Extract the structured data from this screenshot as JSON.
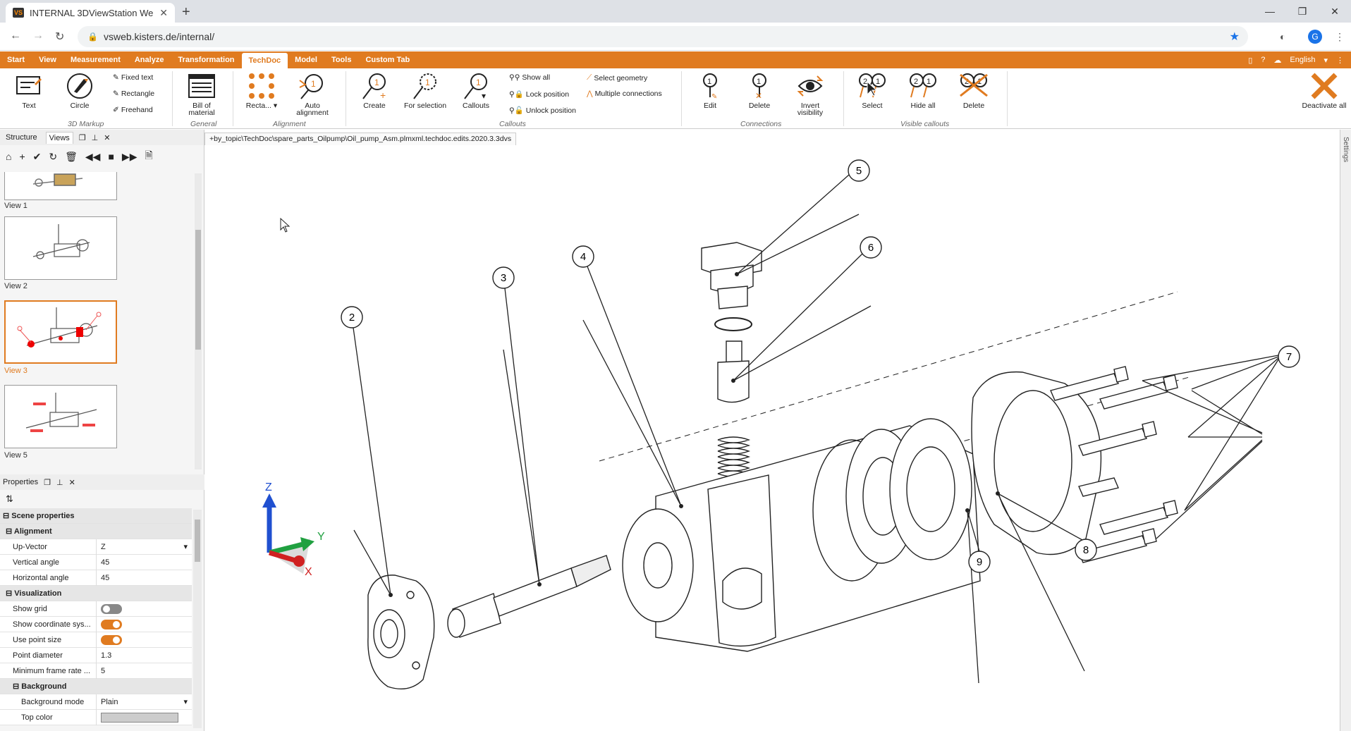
{
  "browser": {
    "tab_title": "INTERNAL 3DViewStation WebVi",
    "url": "vsweb.kisters.de/internal/",
    "avatar": "G"
  },
  "menu": {
    "items": [
      "Start",
      "View",
      "Measurement",
      "Analyze",
      "Transformation",
      "TechDoc",
      "Model",
      "Tools",
      "Custom Tab"
    ],
    "language": "English"
  },
  "ribbon": {
    "text": "Text",
    "circle": "Circle",
    "fixed_text": "Fixed text",
    "rectangle": "Rectangle",
    "freehand": "Freehand",
    "grp_markup": "3D Markup",
    "bom": "Bill of material",
    "grp_general": "General",
    "recta": "Recta...",
    "auto_align": "Auto alignment",
    "grp_alignment": "Alignment",
    "create": "Create",
    "for_selection": "For selection",
    "callouts": "Callouts",
    "show_all": "Show all",
    "lock_pos": "Lock position",
    "unlock_pos": "Unlock position",
    "select_geom": "Select geometry",
    "multi_conn": "Multiple connections",
    "grp_callouts": "Callouts",
    "edit": "Edit",
    "delete": "Delete",
    "invert": "Invert visibility",
    "grp_connections": "Connections",
    "select": "Select",
    "hide_all": "Hide all",
    "delete2": "Delete",
    "grp_visible": "Visible callouts",
    "deactivate": "Deactivate all"
  },
  "left": {
    "tab_structure": "Structure",
    "tab_views": "Views",
    "views": [
      {
        "label": "View 1"
      },
      {
        "label": "View 2"
      },
      {
        "label": "View 3"
      },
      {
        "label": "View 5"
      }
    ]
  },
  "props": {
    "title": "Properties",
    "scene": "Scene properties",
    "alignment": "Alignment",
    "upvector_k": "Up-Vector",
    "upvector_v": "Z",
    "vangle_k": "Vertical angle",
    "vangle_v": "45",
    "hangle_k": "Horizontal angle",
    "hangle_v": "45",
    "visualization": "Visualization",
    "grid_k": "Show grid",
    "coord_k": "Show coordinate sys...",
    "point_k": "Use point size",
    "pdiam_k": "Point diameter",
    "pdiam_v": "1.3",
    "fr_k": "Minimum frame rate ...",
    "fr_v": "5",
    "background": "Background",
    "bgmode_k": "Background mode",
    "bgmode_v": "Plain",
    "topcolor_k": "Top color"
  },
  "viewer": {
    "doc_path": "+by_topic\\TechDoc\\spare_parts_Oilpump\\Oil_pump_Asm.plmxml.techdoc.edits.2020.3.3dvs",
    "callouts": [
      "2",
      "3",
      "4",
      "5",
      "6",
      "7",
      "8",
      "9"
    ],
    "axis_x": "X",
    "axis_y": "Y",
    "axis_z": "Z"
  },
  "side": {
    "settings": "Settings"
  },
  "colors": {
    "accent": "#e07b20"
  }
}
